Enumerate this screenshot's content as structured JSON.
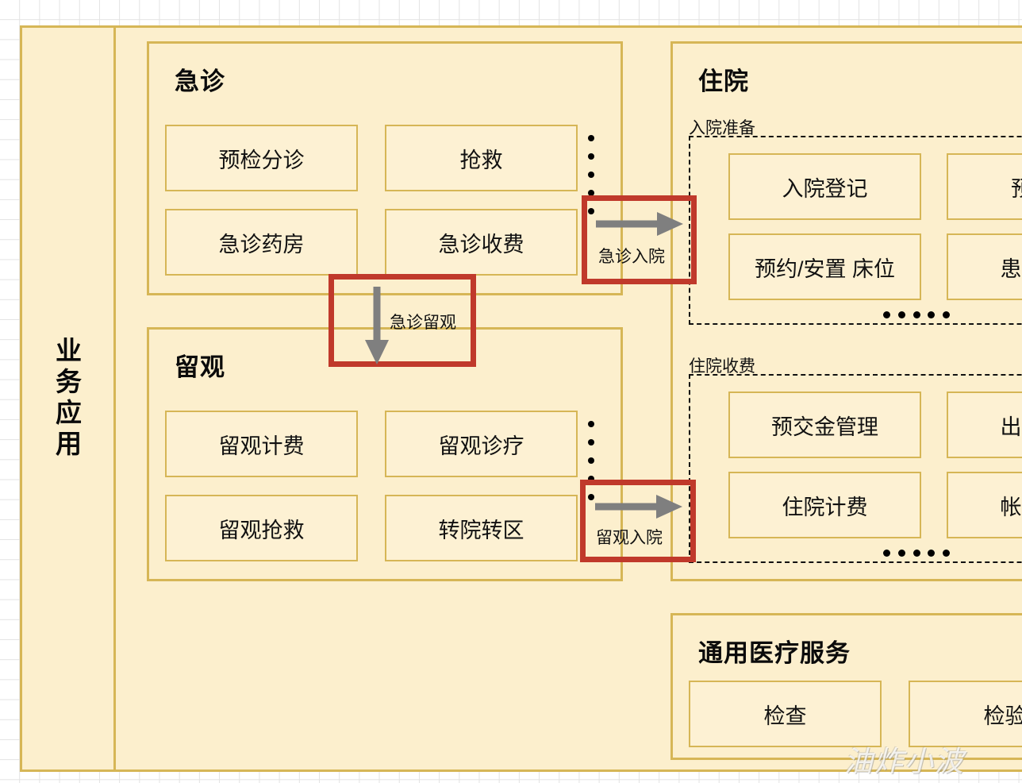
{
  "canvas": {
    "background": "#ffffff",
    "grid_color": "#e3e3e3",
    "panel_fill": "#fcefcd",
    "panel_border": "#d6b656",
    "leaf_fill": "#fdf1d3",
    "annotation_color": "#c0392b",
    "arrow_color": "#7f7f7f"
  },
  "sidebar": {
    "label": "业务应用"
  },
  "panels": {
    "emergency": {
      "title": "急诊",
      "items": [
        {
          "label": "预检分诊"
        },
        {
          "label": "抢救"
        },
        {
          "label": "急诊药房"
        },
        {
          "label": "急诊收费"
        }
      ],
      "ellipsis": "vertical-dots"
    },
    "observation": {
      "title": "留观",
      "items": [
        {
          "label": "留观计费"
        },
        {
          "label": "留观诊疗"
        },
        {
          "label": "留观抢救"
        },
        {
          "label": "转院转区"
        }
      ],
      "ellipsis": "vertical-dots"
    },
    "inpatient": {
      "title": "住院",
      "groups": [
        {
          "label": "入院准备",
          "items": [
            {
              "label": "入院登记"
            },
            {
              "label": "预交金"
            },
            {
              "label": "预约/安置 床位"
            },
            {
              "label": "患者护理"
            }
          ],
          "ellipsis": "horizontal-dots"
        },
        {
          "label": "住院收费",
          "items": [
            {
              "label": "预交金管理"
            },
            {
              "label": "出院结算"
            },
            {
              "label": "住院计费"
            },
            {
              "label": "帐页管理"
            }
          ],
          "ellipsis": "horizontal-dots"
        }
      ]
    },
    "general_medical": {
      "title": "通用医疗服务",
      "items": [
        {
          "label": "检查"
        },
        {
          "label": "检验"
        }
      ]
    }
  },
  "annotations": [
    {
      "id": "emergency-admission",
      "label": "急诊入院",
      "arrow": "right-arrow-icon"
    },
    {
      "id": "emergency-observation",
      "label": "急诊留观",
      "arrow": "down-arrow-icon"
    },
    {
      "id": "observation-admission",
      "label": "留观入院",
      "arrow": "right-arrow-icon"
    }
  ],
  "watermark": {
    "text": "油炸小波"
  }
}
